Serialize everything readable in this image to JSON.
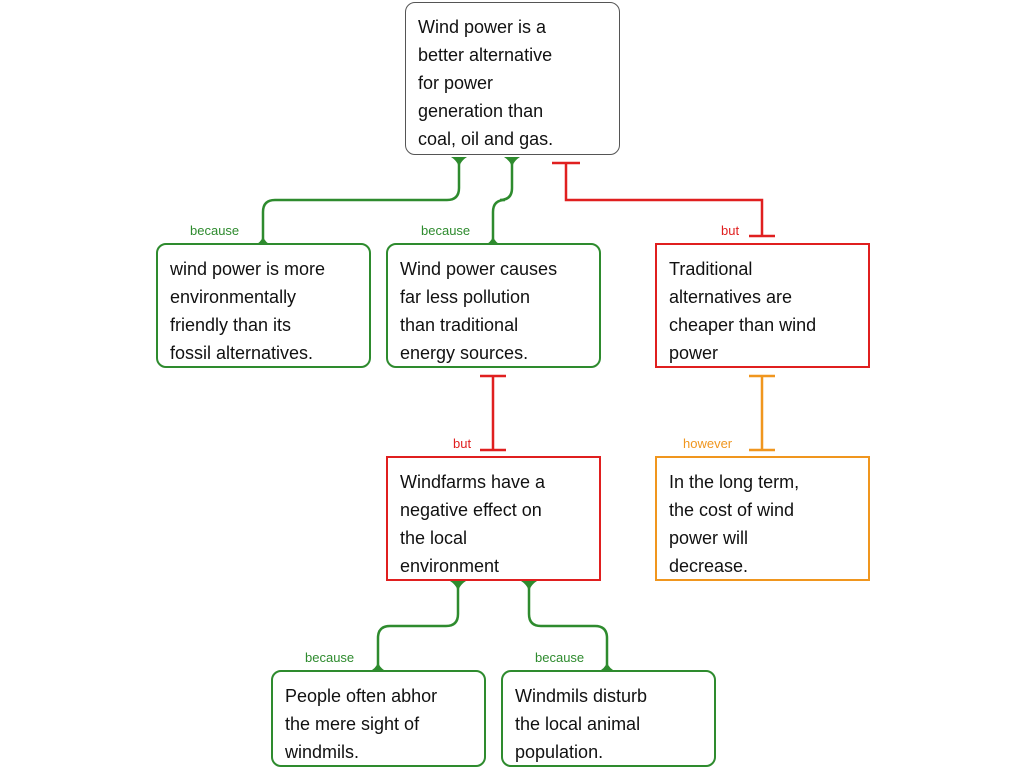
{
  "colors": {
    "support": "#2e8b2e",
    "objection": "#e01f1f",
    "rebuttal": "#f0961e",
    "claim_border": "#555555"
  },
  "nodes": {
    "claim": "Wind power is a\nbetter alternative\nfor power\ngeneration than\ncoal, oil and gas.",
    "reason1": "wind power is more\nenvironmentally\nfriendly than its\nfossil alternatives.",
    "reason2": "Wind power causes\nfar less pollution\nthan traditional\nenergy sources.",
    "objection1": "Traditional\nalternatives are\ncheaper than wind\npower",
    "objection2": "Windfarms have a\nnegative effect on\nthe local\nenvironment",
    "rebuttal1": "In the long term,\nthe cost of wind\npower will\ndecrease.",
    "reason3": "People often abhor\nthe mere sight of\nwindmils.",
    "reason4": "Windmils disturb\nthe local animal\npopulation."
  },
  "labels": {
    "because1": "because",
    "because2": "because",
    "but1": "but",
    "but2": "but",
    "however": "however",
    "because3": "because",
    "because4": "because"
  }
}
